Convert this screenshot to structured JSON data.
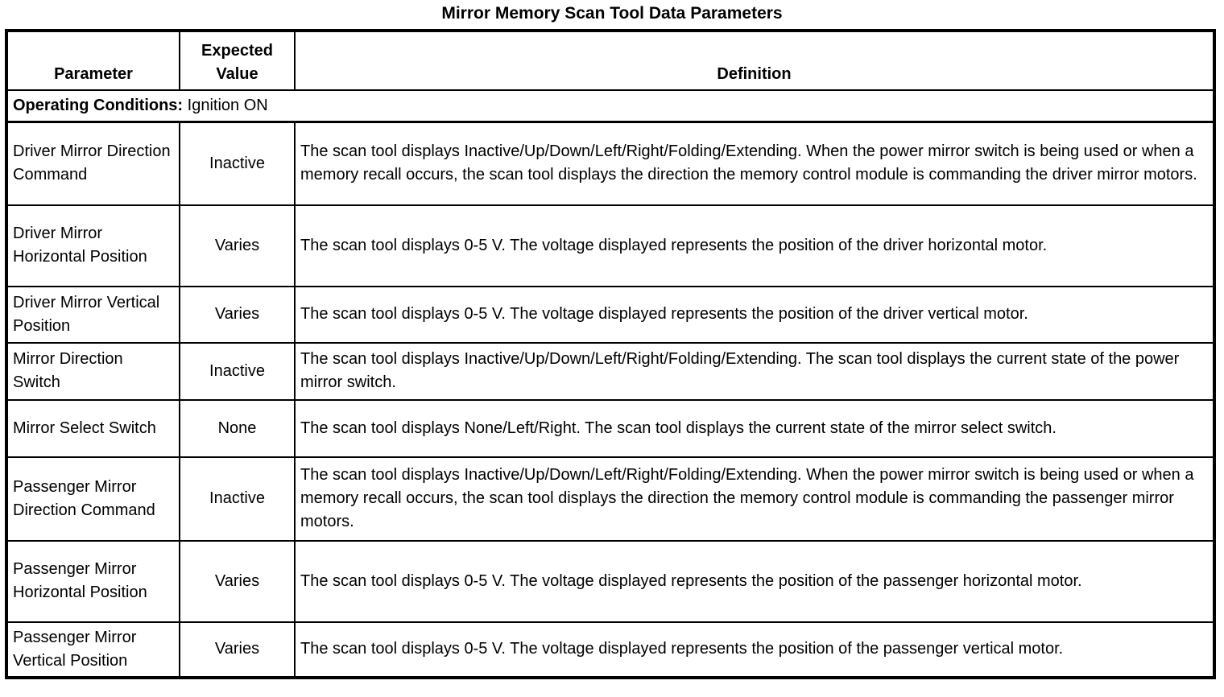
{
  "title": "Mirror Memory Scan Tool Data Parameters",
  "table": {
    "columns": {
      "parameter": "Parameter",
      "expected_value": "Expected Value",
      "definition": "Definition"
    },
    "operating_conditions": {
      "label": "Operating Conditions:",
      "value": "Ignition ON"
    },
    "rows": [
      {
        "parameter": "Driver Mirror Direction Command",
        "expected_value": "Inactive",
        "definition": "The scan tool displays Inactive/Up/Down/Left/Right/Folding/Extending. When the power mirror switch is being used or when a memory recall occurs, the scan tool displays the direction the memory control module is commanding the driver mirror motors."
      },
      {
        "parameter": "Driver Mirror Horizontal Position",
        "expected_value": "Varies",
        "definition": "The scan tool displays 0-5 V. The voltage displayed represents the position of the driver horizontal motor."
      },
      {
        "parameter": "Driver Mirror Vertical Position",
        "expected_value": "Varies",
        "definition": "The scan tool displays 0-5 V. The voltage displayed represents the position of the driver vertical motor."
      },
      {
        "parameter": "Mirror Direction Switch",
        "expected_value": "Inactive",
        "definition": "The scan tool displays Inactive/Up/Down/Left/Right/Folding/Extending. The scan tool displays the current state of the power mirror switch."
      },
      {
        "parameter": "Mirror Select Switch",
        "expected_value": "None",
        "definition": "The scan tool displays None/Left/Right. The scan tool displays the current state of the mirror select switch."
      },
      {
        "parameter": "Passenger Mirror Direction Command",
        "expected_value": "Inactive",
        "definition": "The scan tool displays Inactive/Up/Down/Left/Right/Folding/Extending. When the power mirror switch is being used or when a memory recall occurs, the scan tool displays the direction the memory control module is commanding the passenger mirror motors."
      },
      {
        "parameter": "Passenger Mirror Horizontal Position",
        "expected_value": "Varies",
        "definition": "The scan tool displays 0-5 V. The voltage displayed represents the position of the passenger horizontal motor."
      },
      {
        "parameter": "Passenger Mirror Vertical Position",
        "expected_value": "Varies",
        "definition": "The scan tool displays 0-5 V. The voltage displayed represents the position of the passenger vertical motor."
      }
    ]
  }
}
